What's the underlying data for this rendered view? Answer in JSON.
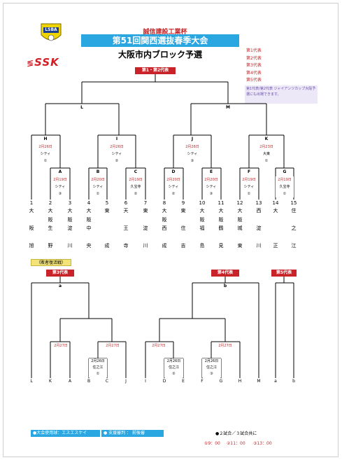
{
  "header": {
    "logo_text": "LSBA",
    "sponsor": "誠信建設工業杯",
    "title": "第51回関西選抜春季大会",
    "subtitle": "大阪市内ブロック予選",
    "brand": "SSK"
  },
  "rep_list": [
    "第1代表",
    "第2代表",
    "第3代表",
    "第4代表",
    "第5代表"
  ],
  "note": "第1代表/第2代表 ジャイアンツカップ大阪予選にも出場できます。",
  "main": {
    "rep_label": "第1・第2代表",
    "groups": {
      "L": "L",
      "M": "M",
      "H": "H",
      "I": "I",
      "J": "J",
      "K": "K",
      "A": "A",
      "B": "B",
      "C": "C",
      "D": "D",
      "E": "E",
      "F": "F",
      "G": "G"
    },
    "matches": {
      "H": {
        "date": "2月26日",
        "venue": "シティ",
        "no": "①"
      },
      "I": {
        "date": "2月26日",
        "venue": "シティ",
        "no": "②"
      },
      "J": {
        "date": "2月26日",
        "venue": "シティ",
        "no": "③"
      },
      "K": {
        "date": "2月23日",
        "venue": "大東",
        "no": "①"
      },
      "A": {
        "date": "2月19日",
        "venue": "シティ",
        "no": "③"
      },
      "B": {
        "date": "2月20日",
        "venue": "シティ",
        "no": "①"
      },
      "C": {
        "date": "2月19日",
        "venue": "久宝寺",
        "no": "②"
      },
      "D": {
        "date": "2月20日",
        "venue": "シティ",
        "no": "②"
      },
      "E": {
        "date": "2月20日",
        "venue": "シティ",
        "no": "③"
      },
      "F": {
        "date": "2月19日",
        "venue": "シティ",
        "no": "①"
      },
      "G": {
        "date": "2月19日",
        "venue": "久宝寺",
        "no": "①"
      }
    },
    "teams": [
      {
        "n": "1",
        "c": [
          "大",
          "",
          "阪",
          "",
          "旭"
        ]
      },
      {
        "n": "2",
        "c": [
          "大",
          "阪",
          "生",
          "",
          "野"
        ]
      },
      {
        "n": "3",
        "c": [
          "大",
          "阪",
          "淀",
          "",
          "川"
        ]
      },
      {
        "n": "4",
        "c": [
          "大",
          "阪",
          "中",
          "",
          "央"
        ]
      },
      {
        "n": "5",
        "c": [
          "東",
          "",
          "",
          "",
          "成"
        ]
      },
      {
        "n": "6",
        "c": [
          "天",
          "",
          "王",
          "",
          "寺"
        ]
      },
      {
        "n": "7",
        "c": [
          "東",
          "",
          "淀",
          "",
          "川"
        ]
      },
      {
        "n": "8",
        "c": [
          "大",
          "阪",
          "西",
          "",
          "成"
        ]
      },
      {
        "n": "9",
        "c": [
          "東",
          "",
          "住",
          "",
          "吉"
        ]
      },
      {
        "n": "10",
        "c": [
          "大",
          "阪",
          "福",
          "",
          "島"
        ]
      },
      {
        "n": "11",
        "c": [
          "大",
          "阪",
          "鶴",
          "",
          "見"
        ]
      },
      {
        "n": "12",
        "c": [
          "大",
          "阪",
          "城",
          "",
          "東"
        ]
      },
      {
        "n": "13",
        "c": [
          "西",
          "",
          "淀",
          "",
          "川"
        ]
      },
      {
        "n": "14",
        "c": [
          "大",
          "",
          "",
          "",
          "正"
        ]
      },
      {
        "n": "15",
        "c": [
          "住",
          "",
          "之",
          "",
          "江"
        ]
      }
    ]
  },
  "consolation": {
    "label": "（敗者復活戦）",
    "rep3": "第3代表",
    "rep4": "第4代表",
    "rep5": "第5代表",
    "a": "a",
    "b": "b",
    "dates": [
      "2月27日",
      "2月27日",
      "2月27日",
      "2月27日"
    ],
    "sub1": {
      "date": "2月26日",
      "venue": "住之江",
      "no": "①"
    },
    "sub2": {
      "date": "2月26日",
      "venue": "住之江",
      "no": "②"
    },
    "sub3": {
      "date": "2月26日",
      "venue": "住之江",
      "no": "③"
    },
    "bottom": [
      "L",
      "K",
      "A",
      "B",
      "C",
      "J",
      "I",
      "D",
      "E",
      "F",
      "G",
      "H",
      "M",
      "a",
      "b"
    ]
  },
  "footer": {
    "ball": "●大会使用球：エスエスケイ",
    "support": "● 支援審判 ： 前後審",
    "games": "●２試合／３試合共に",
    "times": [
      "①9：00",
      "②11：00",
      "③13：00"
    ]
  },
  "colors": {
    "banner": "#2aa7e1",
    "red": "#c9232a",
    "yellow": "#f3e47a"
  }
}
